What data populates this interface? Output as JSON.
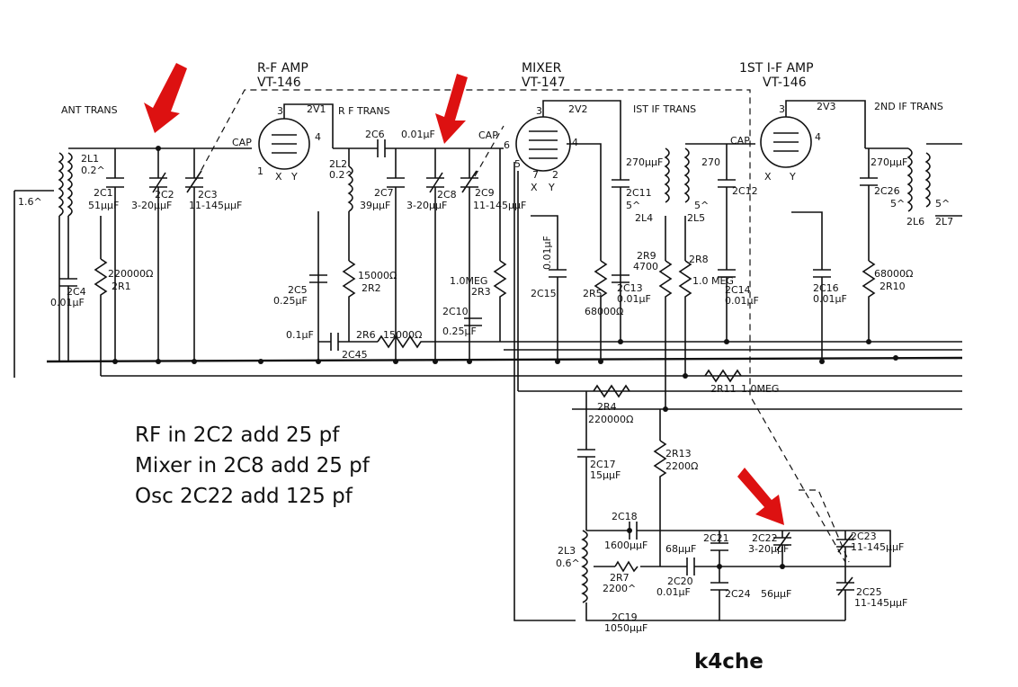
{
  "colors": {
    "ink": "#111111",
    "arrow": "#dd1111",
    "background": "#ffffff"
  },
  "stages": {
    "rf_amp": {
      "title": "R-F AMP",
      "tube": "VT-146",
      "tube_ref": "2V1"
    },
    "mixer": {
      "title": "MIXER",
      "tube": "VT-147",
      "tube_ref": "2V2"
    },
    "if_amp": {
      "title": "1ST I-F AMP",
      "tube": "VT-146",
      "tube_ref": "2V3"
    }
  },
  "transformers": {
    "ant": "ANT TRANS",
    "rf": "R F TRANS",
    "if1": "IST IF TRANS",
    "if2": "2ND IF TRANS"
  },
  "tube_pins": {
    "p3": "3",
    "p4": "4",
    "p1": "1",
    "p2": "2",
    "p7": "7",
    "p5": "5",
    "p6": "6",
    "x": "X",
    "y": "Y",
    "cap": "CAP"
  },
  "components": {
    "2L1": "2L1",
    "2L1_val": "0.2^",
    "in_val": "1.6^",
    "2C1": "2C1",
    "2C1_val": "51µµF",
    "2C2": "2C2",
    "2C2_val": "3-20µµF",
    "2C3": "2C3",
    "2C3_val": "11-145µµF",
    "2C4": "2C4",
    "2C4_val": "0.01µF",
    "2R1": "2R1",
    "2R1_val": "220000Ω",
    "2L2": "2L2",
    "2L2_val": "0.2^",
    "2C6": "2C6",
    "2C6_val": "0.01µF",
    "2C7": "2C7",
    "2C7_val": "39µµF",
    "2C8": "2C8",
    "2C8_val": "3-20µµF",
    "2C9": "2C9",
    "2C9_val": "11-145µµF",
    "2C5": "2C5",
    "2C5_val": "0.25µF",
    "2R2": "2R2",
    "2R2_val": "15000Ω",
    "2R6": "2R6",
    "2R6_val": "15000Ω",
    "2C45": "2C45",
    "2C45_val": "0.1µF",
    "2R3": "2R3",
    "2R3_val": "1.0MEG",
    "2C10": "2C10",
    "2C10_val": "0.25µF",
    "2C15": "2C15",
    "2C15_val": "0.01µF",
    "2R5": "2R5",
    "2R5_val": "68000Ω",
    "2C13": "2C13",
    "2C13_val": "0.01µF",
    "2R9": "2R9",
    "2R9_val": "4700",
    "2C11": "2C11",
    "2C11_val": "270µµF",
    "2L4": "2L4",
    "2L4_val": "5^",
    "2C12": "2C12",
    "2C12_val": "270",
    "2L5": "2L5",
    "2L5_val": "5^",
    "2R8": "2R8",
    "2R8_val": "1.0 MEG",
    "2C14": "2C14",
    "2C14_val": "0.01µF",
    "2C16": "2C16",
    "2C16_val": "0.01µF",
    "2R10": "2R10",
    "2R10_val": "68000Ω",
    "2C26": "2C26",
    "2C26_val": "270µµF",
    "2L6": "2L6",
    "2L6_val": "5^",
    "2L7": "2L7",
    "2L7_val": "5^",
    "2R11": "2R11",
    "2R11_val": "1.0MEG",
    "2R4": "2R4",
    "2R4_val": "220000Ω",
    "2C17": "2C17",
    "2C17_val": "15µµF",
    "2R13": "2R13",
    "2R13_val": "2200Ω",
    "2C18": "2C18",
    "2C18_val": "1600µµF",
    "2C21": "2C21",
    "2C21_val": "68µµF",
    "2C22": "2C22",
    "2C22_val": "3-20µµF",
    "2C23": "2C23",
    "2C23_val": "11-145µµF",
    "2L3": "2L3",
    "2L3_val": "0.6^",
    "2R7": "2R7",
    "2R7_val": "2200^",
    "2C20": "2C20",
    "2C20_val": "0.01µF",
    "2C24": "2C24",
    "2C24_val": "56µµF",
    "2C25": "2C25",
    "2C25_val": "11-145µµF",
    "2C19": "2C19",
    "2C19_val": "1050µµF"
  },
  "notes": [
    "RF in 2C2 add 25 pf",
    "Mixer in 2C8 add 25 pf",
    "Osc 2C22 add 125 pf"
  ],
  "signature": "k4che"
}
